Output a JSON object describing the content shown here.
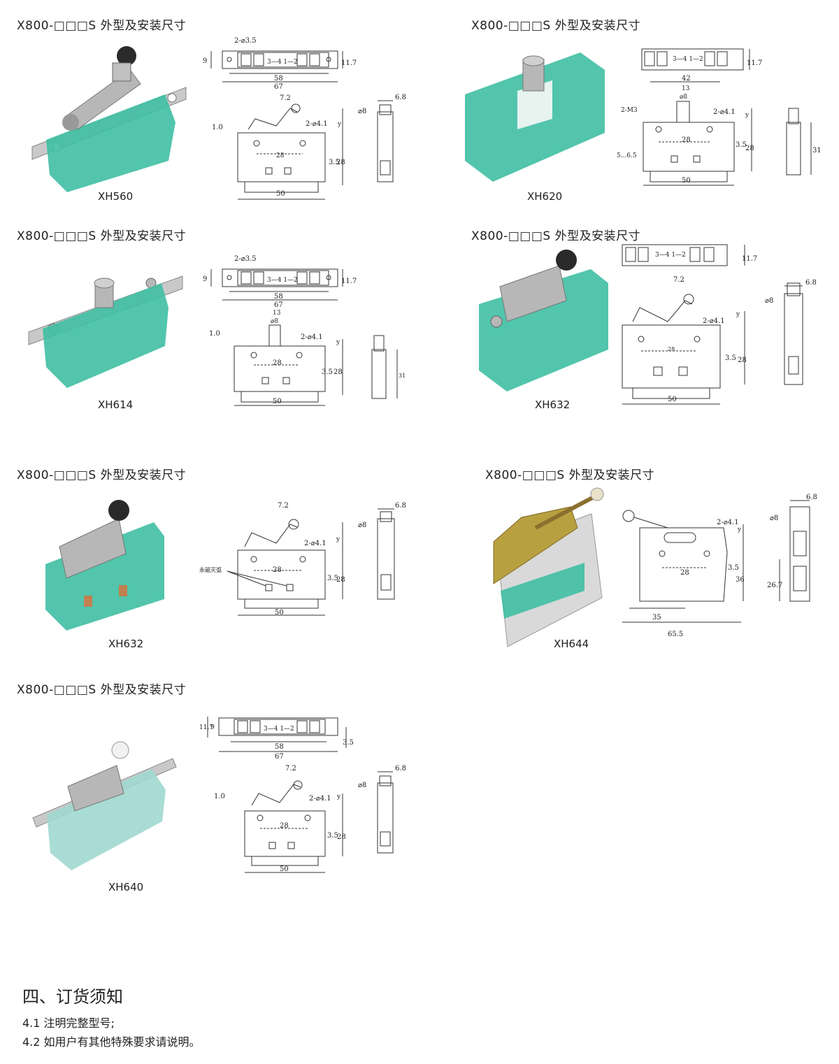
{
  "products": [
    {
      "heading": "X800-□□□S 外型及安装尺寸",
      "model": "XH560",
      "top_view": {
        "dim_holes": "2-⌀3.5",
        "dim_pitch": "58",
        "dim_length": "67",
        "dim_width": "9",
        "dim_height": "11.7",
        "terminals": "3—4  1—2"
      },
      "front_view": {
        "dim_lever": "7.2",
        "dim_holes": "2-⌀4.1",
        "dim_offset": "1.0",
        "dim_center": "28",
        "dim_x": "3.5",
        "dim_height": "28",
        "dim_base": "50",
        "dim_y": "y"
      },
      "side_view": {
        "dim_width": "6.8",
        "dim_dia": "⌀8"
      }
    },
    {
      "heading": "X800-□□□S 外型及安装尺寸",
      "model": "XH620",
      "top_view": {
        "dim_height": "11.7",
        "terminals": "3—4  1—2"
      },
      "front_view": {
        "dim_outer": "42",
        "dim_plunger_w": "13",
        "dim_dia": "⌀8",
        "dim_screw": "2-M3",
        "dim_holes": "2-⌀4.1",
        "dim_center": "28",
        "dim_range": "5...6.5",
        "dim_x": "3.5",
        "dim_height": "28",
        "dim_base": "50",
        "dim_y": "y"
      },
      "side_view": {
        "dim_height": "31"
      }
    },
    {
      "heading": "X800-□□□S 外型及安装尺寸",
      "model": "XH614",
      "top_view": {
        "dim_holes": "2-⌀3.5",
        "dim_pitch": "58",
        "dim_length": "67",
        "dim_width": "9",
        "dim_height": "11.7",
        "terminals": "3—4  1—2"
      },
      "front_view": {
        "dim_plunger_w": "13",
        "dim_dia": "⌀8",
        "dim_holes": "2-⌀4.1",
        "dim_offset": "1.0",
        "dim_center": "28",
        "dim_x": "3.5",
        "dim_height": "28",
        "dim_base": "50",
        "dim_y": "y"
      },
      "side_view": {
        "dim_height": "31"
      }
    },
    {
      "heading": "X800-□□□S 外型及安装尺寸",
      "model": "XH632",
      "top_view": {
        "dim_height": "11.7",
        "terminals": "3—4  1—2"
      },
      "front_view": {
        "dim_lever": "7.2",
        "dim_holes": "2-⌀4.1",
        "dim_center": "28",
        "dim_x": "3.5",
        "dim_height": "28",
        "dim_base": "50",
        "dim_y": "y"
      },
      "side_view": {
        "dim_width": "6.8",
        "dim_dia": "⌀8"
      }
    },
    {
      "heading": "X800-□□□S 外型及安装尺寸",
      "model": "XH632",
      "front_view": {
        "dim_lever": "7.2",
        "dim_holes": "2-⌀4.1",
        "label_magnet": "永磁灭弧",
        "dim_center": "28",
        "dim_x": "3.5",
        "dim_height": "28",
        "dim_base": "50",
        "dim_y": "y"
      },
      "side_view": {
        "dim_width": "6.8",
        "dim_dia": "⌀8"
      }
    },
    {
      "heading": "X800-□□□S 外型及安装尺寸",
      "model": "XH644",
      "front_view": {
        "dim_holes": "2-⌀4.1",
        "dim_center": "28",
        "dim_x": "3.5",
        "dim_height": "36",
        "dim_inner": "35",
        "dim_base": "65.5",
        "dim_y": "y"
      },
      "side_view": {
        "dim_width": "6.8",
        "dim_dia": "⌀8",
        "dim_height": "26.7"
      }
    },
    {
      "heading": "X800-□□□S 外型及安装尺寸",
      "model": "XH640",
      "top_view": {
        "dim_pitch": "58",
        "dim_length": "67",
        "dim_width": "9",
        "dim_height": "11.7",
        "dim_side": "3.5",
        "terminals": "3—4  1—2"
      },
      "front_view": {
        "dim_lever": "7.2",
        "dim_holes": "2-⌀4.1",
        "dim_offset": "1.0",
        "dim_center": "28",
        "dim_x": "3.5",
        "dim_height": "28",
        "dim_base": "50",
        "dim_y": "y"
      },
      "side_view": {
        "dim_width": "6.8",
        "dim_dia": "⌀8"
      }
    }
  ],
  "ordering": {
    "title": "四、订货须知",
    "items": [
      "4.1 注明完整型号;",
      "4.2 如用户有其他特殊要求请说明。"
    ]
  },
  "colors": {
    "switch_body": "#3fbfa3",
    "metal": "#b7b7b7",
    "roller": "#2a2a2a",
    "line": "#333333"
  }
}
